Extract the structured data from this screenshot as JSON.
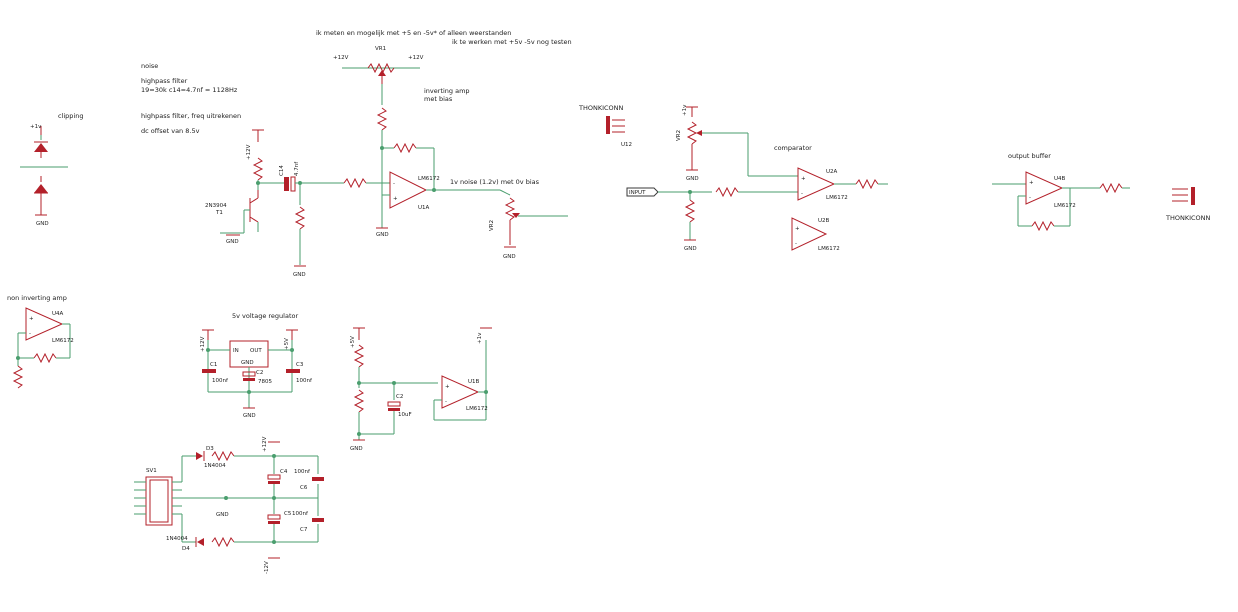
{
  "notes": {
    "note_top1": "ik meten en mogelijk met +5 en -5v* of alleen weerstanden",
    "note_top2": "ik te werken met +5v -5v nog testen",
    "noise": "noise",
    "highpass1": "highpass filter",
    "highpass2": "19=30k c14=4.7nf = 1128Hz",
    "highpass3": "highpass filter, freq uitrekenen",
    "highpass4": "dc offset van 8.5v",
    "inverting1": "inverting amp",
    "inverting2": "met bias",
    "noise_bias": "1v noise (1.2v) met 0v bias",
    "comparator": "comparator",
    "output_buffer": "output buffer",
    "clipping": "clipping",
    "non_inverting": "non inverting amp",
    "regulator": "5v voltage regulator"
  },
  "refs": {
    "vr1": "VR1",
    "vr2": "VR2",
    "vr2b": "VR2",
    "u1a": "U1A",
    "u1b": "U1B",
    "u2a": "U2A",
    "u2b": "U2B",
    "u4a": "U4A",
    "u4b": "U4B",
    "t1": "T1",
    "t1part": "2N3904",
    "sv1": "SV1",
    "c1": "C1",
    "c2": "C2",
    "c2b": "C2",
    "c3": "C3",
    "c4": "C4",
    "c5": "C5",
    "c6": "C6",
    "c7": "C7",
    "c14": "C14",
    "d3": "D3",
    "d4": "D4",
    "d3part": "1N4004",
    "d4part": "1N4004",
    "reg": "7805",
    "u12": "U12",
    "thonk1": "THONKICONN",
    "thonk2": "THONKICONN",
    "input_label": "INPUT",
    "opamp1": "LM6172",
    "opamp2": "LM6172",
    "opamp3": "LM6172",
    "opamp4": "LM6172",
    "opamp5": "LM6172",
    "opamp6": "LM6172"
  },
  "rails": {
    "p12": "+12V",
    "n12": "-12V",
    "p5": "+5V",
    "p1v": "+1v",
    "gnd": "GND"
  },
  "values": {
    "c1val": "100nf",
    "c3val": "100nf",
    "c2val": "10uF",
    "c4val": "100nf",
    "c5val": "100nf",
    "c14val": "4.7nf",
    "reg_in": "IN",
    "reg_out": "OUT",
    "reg_gnd": "GND"
  },
  "colors": {
    "wire": "#4a9e6e",
    "part": "#b3202a",
    "text": "#1c1c1c",
    "background": "#ffffff"
  }
}
